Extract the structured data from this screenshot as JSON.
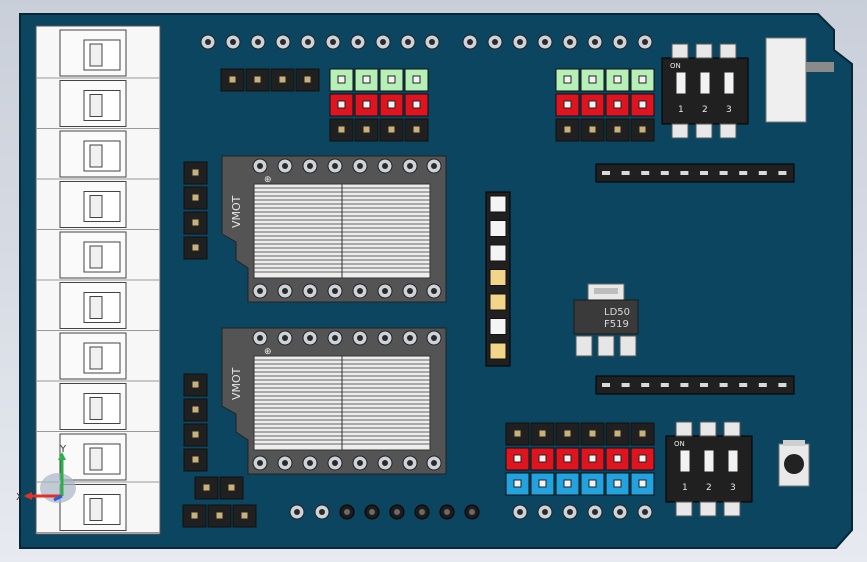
{
  "viewport": {
    "background_top": "#c9cfd9",
    "background_bottom": "#e7eaf0"
  },
  "board": {
    "pcb_color": "#0b4560",
    "outline_color": "#072736"
  },
  "colors": {
    "header_black": "#202020",
    "pin_gold": "#c8b27a",
    "pin_silver": "#e4e4e4",
    "led_green": "#b6f0b6",
    "led_red": "#e0141e",
    "led_blue": "#22a3e0",
    "terminal_body": "#f7f7f7",
    "ic_socket": "#545454",
    "heatsink": "#ededed"
  },
  "driver_modules": [
    {
      "label": "VMOT",
      "pin_marker": "⊕"
    },
    {
      "label": "VMOT",
      "pin_marker": "⊕"
    }
  ],
  "regulator": {
    "line1": "LD50",
    "line2": "F519"
  },
  "dip_switch_top": {
    "header": "ON",
    "positions": [
      "1",
      "2",
      "3"
    ]
  },
  "dip_switch_bottom": {
    "header": "ON",
    "positions": [
      "1",
      "2",
      "3"
    ]
  },
  "axis_triad": {
    "x_label": "X",
    "y_label": "Y",
    "x_color": "#e0302a",
    "y_color": "#2bb04a",
    "z_color": "#2a5ae0"
  },
  "terminal_block": {
    "positions": 10
  },
  "icons": [
    "axis-triad-icon",
    "push-button-icon",
    "side-switch-icon"
  ]
}
